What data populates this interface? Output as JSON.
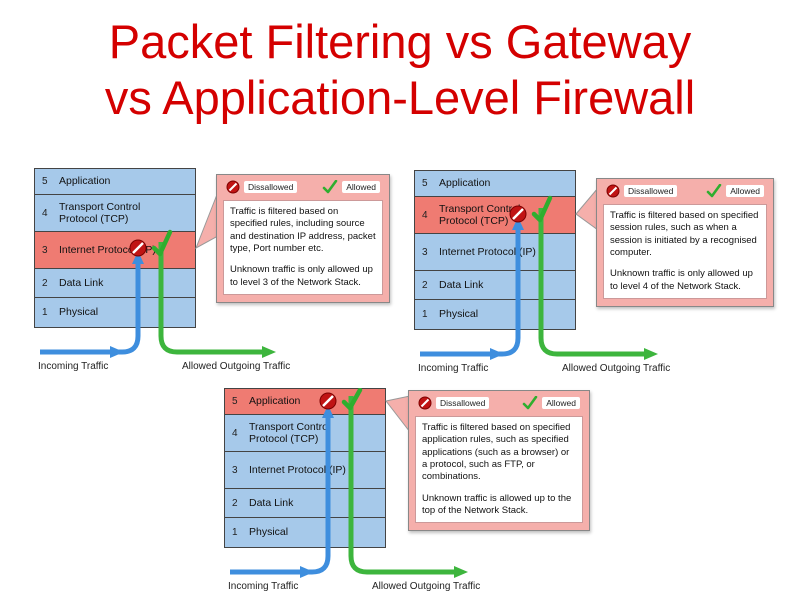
{
  "title": {
    "line1": "Packet Filtering vs Gateway",
    "line2": "vs Application-Level Firewall"
  },
  "stack": {
    "layers": [
      {
        "num": "5",
        "label": "Application"
      },
      {
        "num": "4",
        "label": "Transport Control Protocol (TCP)"
      },
      {
        "num": "3",
        "label": "Internet Protocol (IP)"
      },
      {
        "num": "2",
        "label": "Data Link"
      },
      {
        "num": "1",
        "label": "Physical"
      }
    ]
  },
  "legend": {
    "dissallowed": "Dissallowed",
    "allowed": "Allowed"
  },
  "traffic": {
    "incoming": "Incoming Traffic",
    "outgoing": "Allowed Outgoing Traffic"
  },
  "diagrams": {
    "packet_filtering": {
      "highlight_level": "3",
      "body1": "Traffic is filtered based on specified rules, including source and destination IP address, packet type, Port number etc.",
      "body2": "Unknown traffic is only allowed up to level 3 of the Network Stack."
    },
    "gateway": {
      "highlight_level": "4",
      "body1": "Traffic is filtered based on specified session rules, such as when a session is initiated by a recognised computer.",
      "body2": "Unknown traffic is only allowed up to level 4 of the Network Stack."
    },
    "application_level": {
      "highlight_level": "5",
      "body1": "Traffic is filtered based on specified application rules, such as specified applications (such as a browser) or a protocol, such as FTP, or combinations.",
      "body2": "Unknown traffic is allowed up to the top of the Network Stack."
    }
  },
  "colors": {
    "title_red": "#D40000",
    "stack_blue": "#A6C9EA",
    "highlight_red": "#EF7B72",
    "callout_pink": "#F5AFAB",
    "arrow_blue": "#3E8EDE",
    "arrow_green": "#3DB53D",
    "dissallowed_icon": "#C01414"
  }
}
